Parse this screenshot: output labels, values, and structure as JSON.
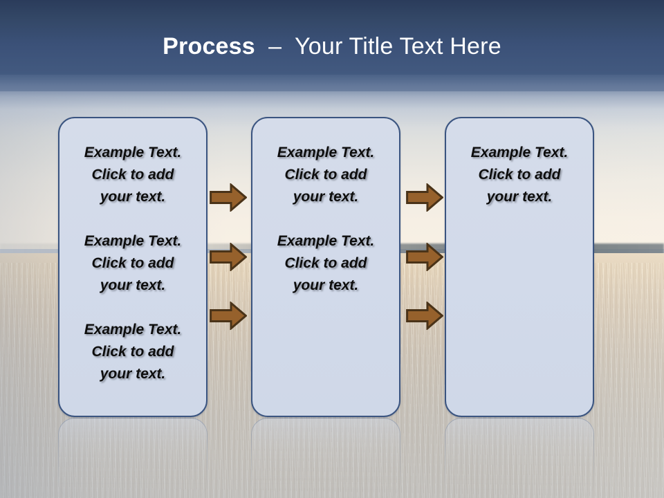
{
  "slide": {
    "title_bold": "Process",
    "title_rest": "  –  Your Title Text Here",
    "title_full": "Process  –  Your Title Text Here",
    "background_description": "wheat-field-photo",
    "colors": {
      "title_band_top": "#2b3c5b",
      "title_band_bottom": "#4b6287",
      "title_text": "#ffffff",
      "box_fill": "#d3dcea",
      "box_border": "#3a5480",
      "arrow_fill": "#96612c",
      "arrow_border": "#4a3318",
      "body_text": "#0d0d0d"
    }
  },
  "boxes": [
    {
      "id": "stage-1",
      "paragraphs": [
        "Example Text.\nClick  to add\nyour text.",
        "Example Text.\nClick  to add\nyour text.",
        "Example Text.\nClick  to add\nyour text."
      ]
    },
    {
      "id": "stage-2",
      "paragraphs": [
        "Example Text.\nClick  to add\nyour text.",
        "Example Text.\nClick  to add\nyour text."
      ]
    },
    {
      "id": "stage-3",
      "paragraphs": [
        "Example Text.\nClick  to add\nyour text."
      ]
    }
  ],
  "connectors": [
    {
      "id": "arrow-col1-row1",
      "icon": "right-arrow-icon"
    },
    {
      "id": "arrow-col1-row2",
      "icon": "right-arrow-icon"
    },
    {
      "id": "arrow-col1-row3",
      "icon": "right-arrow-icon"
    },
    {
      "id": "arrow-col2-row1",
      "icon": "right-arrow-icon"
    },
    {
      "id": "arrow-col2-row2",
      "icon": "right-arrow-icon"
    },
    {
      "id": "arrow-col2-row3",
      "icon": "right-arrow-icon"
    }
  ]
}
